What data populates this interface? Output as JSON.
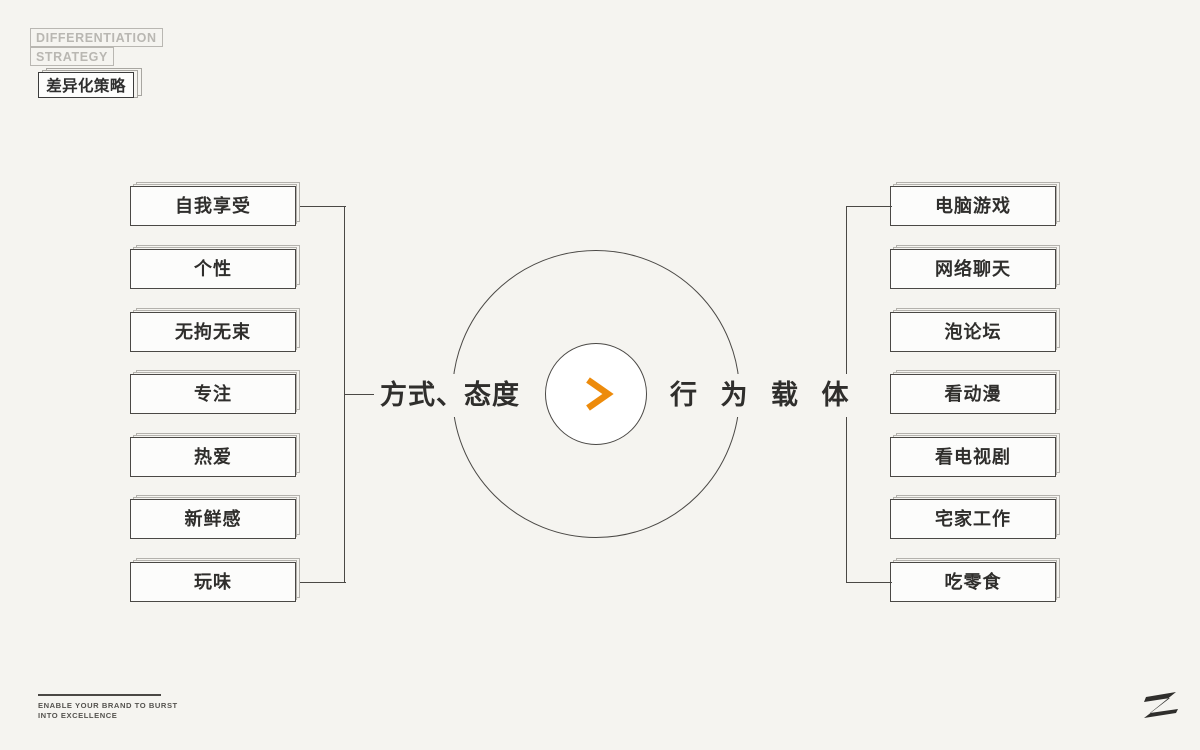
{
  "background_color": "#f5f4f0",
  "accent_color": "#ED8B0B",
  "line_color": "#4a4845",
  "brand": {
    "en_line_1": "DIFFERENTIATION",
    "en_line_2": "STRATEGY",
    "cn_title": "差异化策略"
  },
  "diagram": {
    "left_group": {
      "label": "方式、态度",
      "items": [
        {
          "label": "自我享受"
        },
        {
          "label": "个性"
        },
        {
          "label": "无拘无束"
        },
        {
          "label": "专注"
        },
        {
          "label": "热爱"
        },
        {
          "label": "新鲜感"
        },
        {
          "label": "玩味"
        }
      ]
    },
    "center": {
      "icon": "chevron-right-icon"
    },
    "right_group": {
      "label": "行 为 载 体",
      "items": [
        {
          "label": "电脑游戏"
        },
        {
          "label": "网络聊天"
        },
        {
          "label": "泡论坛"
        },
        {
          "label": "看动漫"
        },
        {
          "label": "看电视剧"
        },
        {
          "label": "宅家工作"
        },
        {
          "label": "吃零食"
        }
      ]
    }
  },
  "footer": {
    "line_1": "ENABLE YOUR BRAND TO BURST",
    "line_2": "INTO EXCELLENCE",
    "logo_mark": "z-logo-icon"
  }
}
